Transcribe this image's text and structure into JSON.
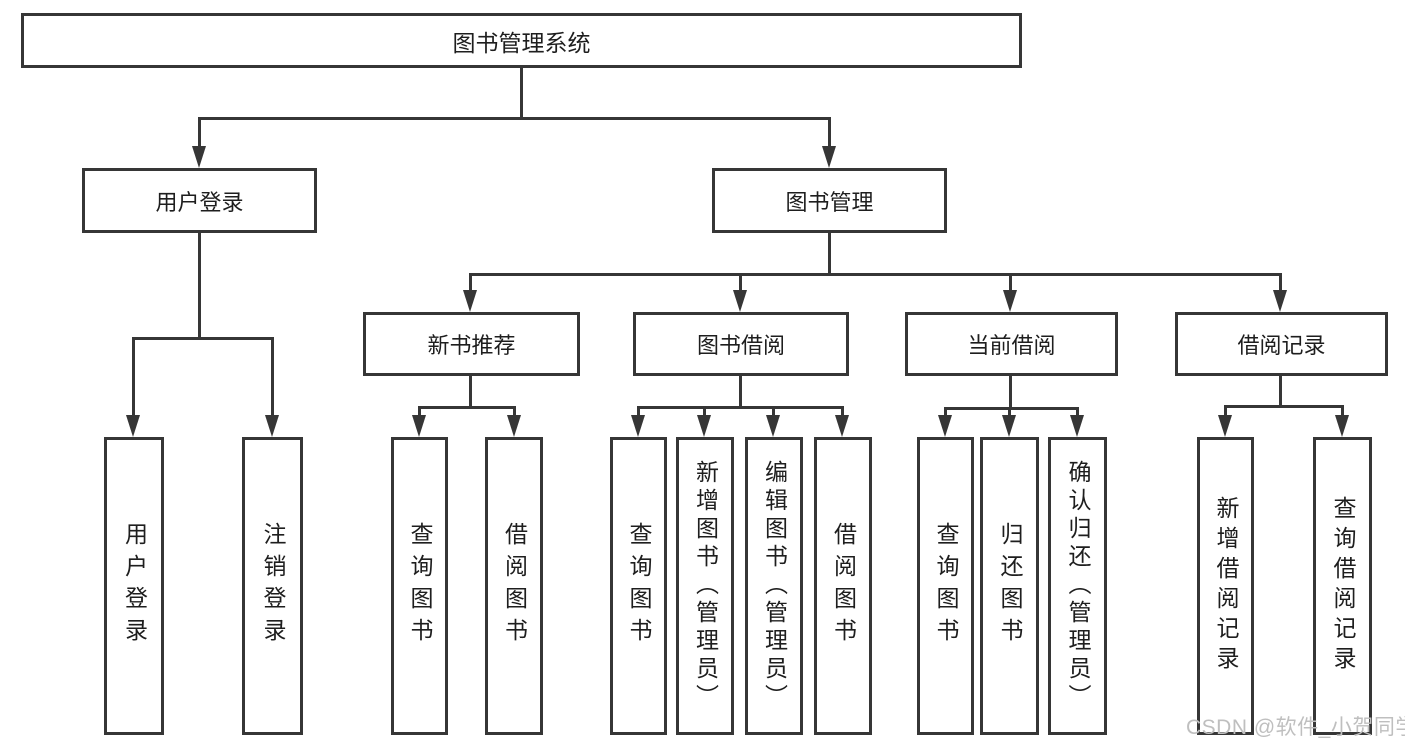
{
  "diagram": {
    "title": "图书管理系统",
    "level2": {
      "user_login": "用户登录",
      "book_mgmt": "图书管理"
    },
    "level3": {
      "new_book_rec": "新书推荐",
      "book_borrow": "图书借阅",
      "current_borrow": "当前借阅",
      "borrow_record": "借阅记录"
    },
    "leaves": [
      "用户登录",
      "注销登录",
      "查询图书",
      "借阅图书",
      "查询图书",
      "新增图书（管理员）",
      "编辑图书（管理员）",
      "借阅图书",
      "查询图书",
      "归还图书",
      "确认归还（管理员）",
      "新增借阅记录",
      "查询借阅记录"
    ],
    "structure": {
      "root": "图书管理系统",
      "children": [
        {
          "label": "用户登录",
          "children": [
            "用户登录",
            "注销登录"
          ]
        },
        {
          "label": "图书管理",
          "children": [
            {
              "label": "新书推荐",
              "children": [
                "查询图书",
                "借阅图书"
              ]
            },
            {
              "label": "图书借阅",
              "children": [
                "查询图书",
                "新增图书（管理员）",
                "编辑图书（管理员）",
                "借阅图书"
              ]
            },
            {
              "label": "当前借阅",
              "children": [
                "查询图书",
                "归还图书",
                "确认归还（管理员）"
              ]
            },
            {
              "label": "借阅记录",
              "children": [
                "新增借阅记录",
                "查询借阅记录"
              ]
            }
          ]
        }
      ]
    },
    "watermark": "CSDN @软件_小贺同学",
    "colors": {
      "line": "#363636",
      "text": "#1e1e1e",
      "box_background": "#ffffff",
      "watermark": "#bfbfbf"
    }
  }
}
